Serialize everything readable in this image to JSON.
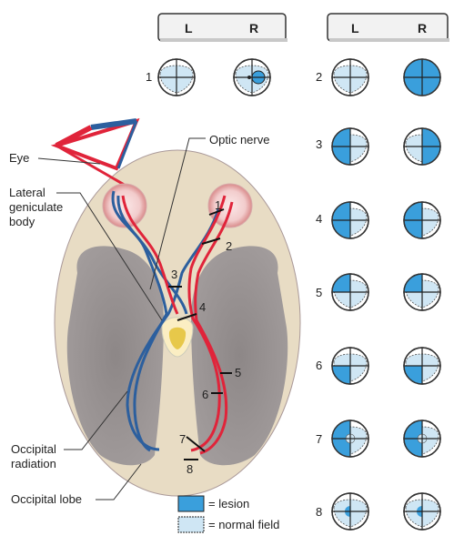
{
  "headers": {
    "left_group": {
      "l": "L",
      "r": "R"
    },
    "right_group": {
      "l": "L",
      "r": "R"
    }
  },
  "labels": {
    "eye": "Eye",
    "lateral_geniculate_body": [
      "Lateral",
      "geniculate",
      "body"
    ],
    "optic_nerve": "Optic nerve",
    "occipital_radiation": [
      "Occipital",
      "radiation"
    ],
    "occipital_lobe": "Occipital lobe"
  },
  "lesion_sites": [
    "1",
    "2",
    "3",
    "4",
    "5",
    "6",
    "7",
    "8"
  ],
  "rows": [
    {
      "id": "1",
      "left": "normal",
      "right": "central-scotoma"
    },
    {
      "id": "2",
      "left": "normal",
      "right": "total-loss"
    },
    {
      "id": "3",
      "left": "temporal-loss",
      "right": "temporal-loss"
    },
    {
      "id": "4",
      "left": "temporal-loss",
      "right": "nasal-loss"
    },
    {
      "id": "5",
      "left": "upper-temporal-quadrant",
      "right": "upper-nasal-quadrant"
    },
    {
      "id": "6",
      "left": "lower-temporal-quadrant",
      "right": "lower-nasal-quadrant"
    },
    {
      "id": "7",
      "left": "hemianopia-macular-sparing",
      "right": "hemianopia-macular-sparing"
    },
    {
      "id": "8",
      "left": "central-left-scotoma",
      "right": "central-left-scotoma"
    }
  ],
  "legend": {
    "lesion": "= lesion",
    "normal_field": "= normal field"
  },
  "colors": {
    "lesion": "#3a9fdc",
    "normal_field": "#cfe6f4",
    "nerve_red": "#e0243a",
    "nerve_blue": "#2c5f9e",
    "brain_base": "#e8dcc4",
    "occipital": "#8f8a8a",
    "chiasm_nucleus": "#e7c84a"
  }
}
